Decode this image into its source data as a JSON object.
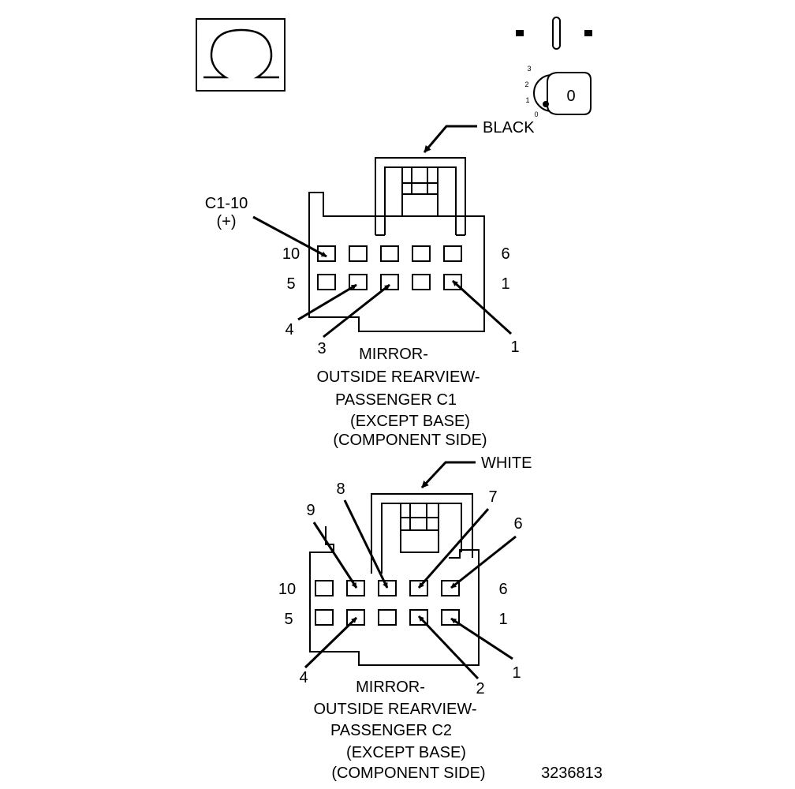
{
  "colors": {
    "ink": "#000000",
    "paper": "#ffffff"
  },
  "symbols": {
    "omega_icon": "ohm-resistance-meter-icon",
    "ignition_icon": "ignition-key-off-icon"
  },
  "ignition": {
    "positions": [
      "3",
      "2",
      "1",
      "0"
    ],
    "key_label": "0"
  },
  "connector_c1": {
    "color_label": "BLACK",
    "pin_callout": "C1-10",
    "pin_callout_sign": "(+)",
    "row_top_left": "10",
    "row_top_right": "6",
    "row_bottom_left": "5",
    "row_bottom_right": "1",
    "callout_4": "4",
    "callout_3": "3",
    "callout_1": "1",
    "title_lines": [
      "MIRROR-",
      "OUTSIDE REARVIEW-",
      "PASSENGER C1",
      "(EXCEPT BASE)",
      "(COMPONENT SIDE)"
    ]
  },
  "connector_c2": {
    "color_label": "WHITE",
    "row_top_left": "10",
    "row_top_right": "6",
    "row_bottom_left": "5",
    "row_bottom_right": "1",
    "callout_9": "9",
    "callout_8": "8",
    "callout_7": "7",
    "callout_6": "6",
    "callout_4": "4",
    "callout_2": "2",
    "callout_1": "1",
    "title_lines": [
      "MIRROR-",
      "OUTSIDE REARVIEW-",
      "PASSENGER C2",
      "(EXCEPT BASE)",
      "(COMPONENT SIDE)"
    ]
  },
  "figure_number": "3236813"
}
